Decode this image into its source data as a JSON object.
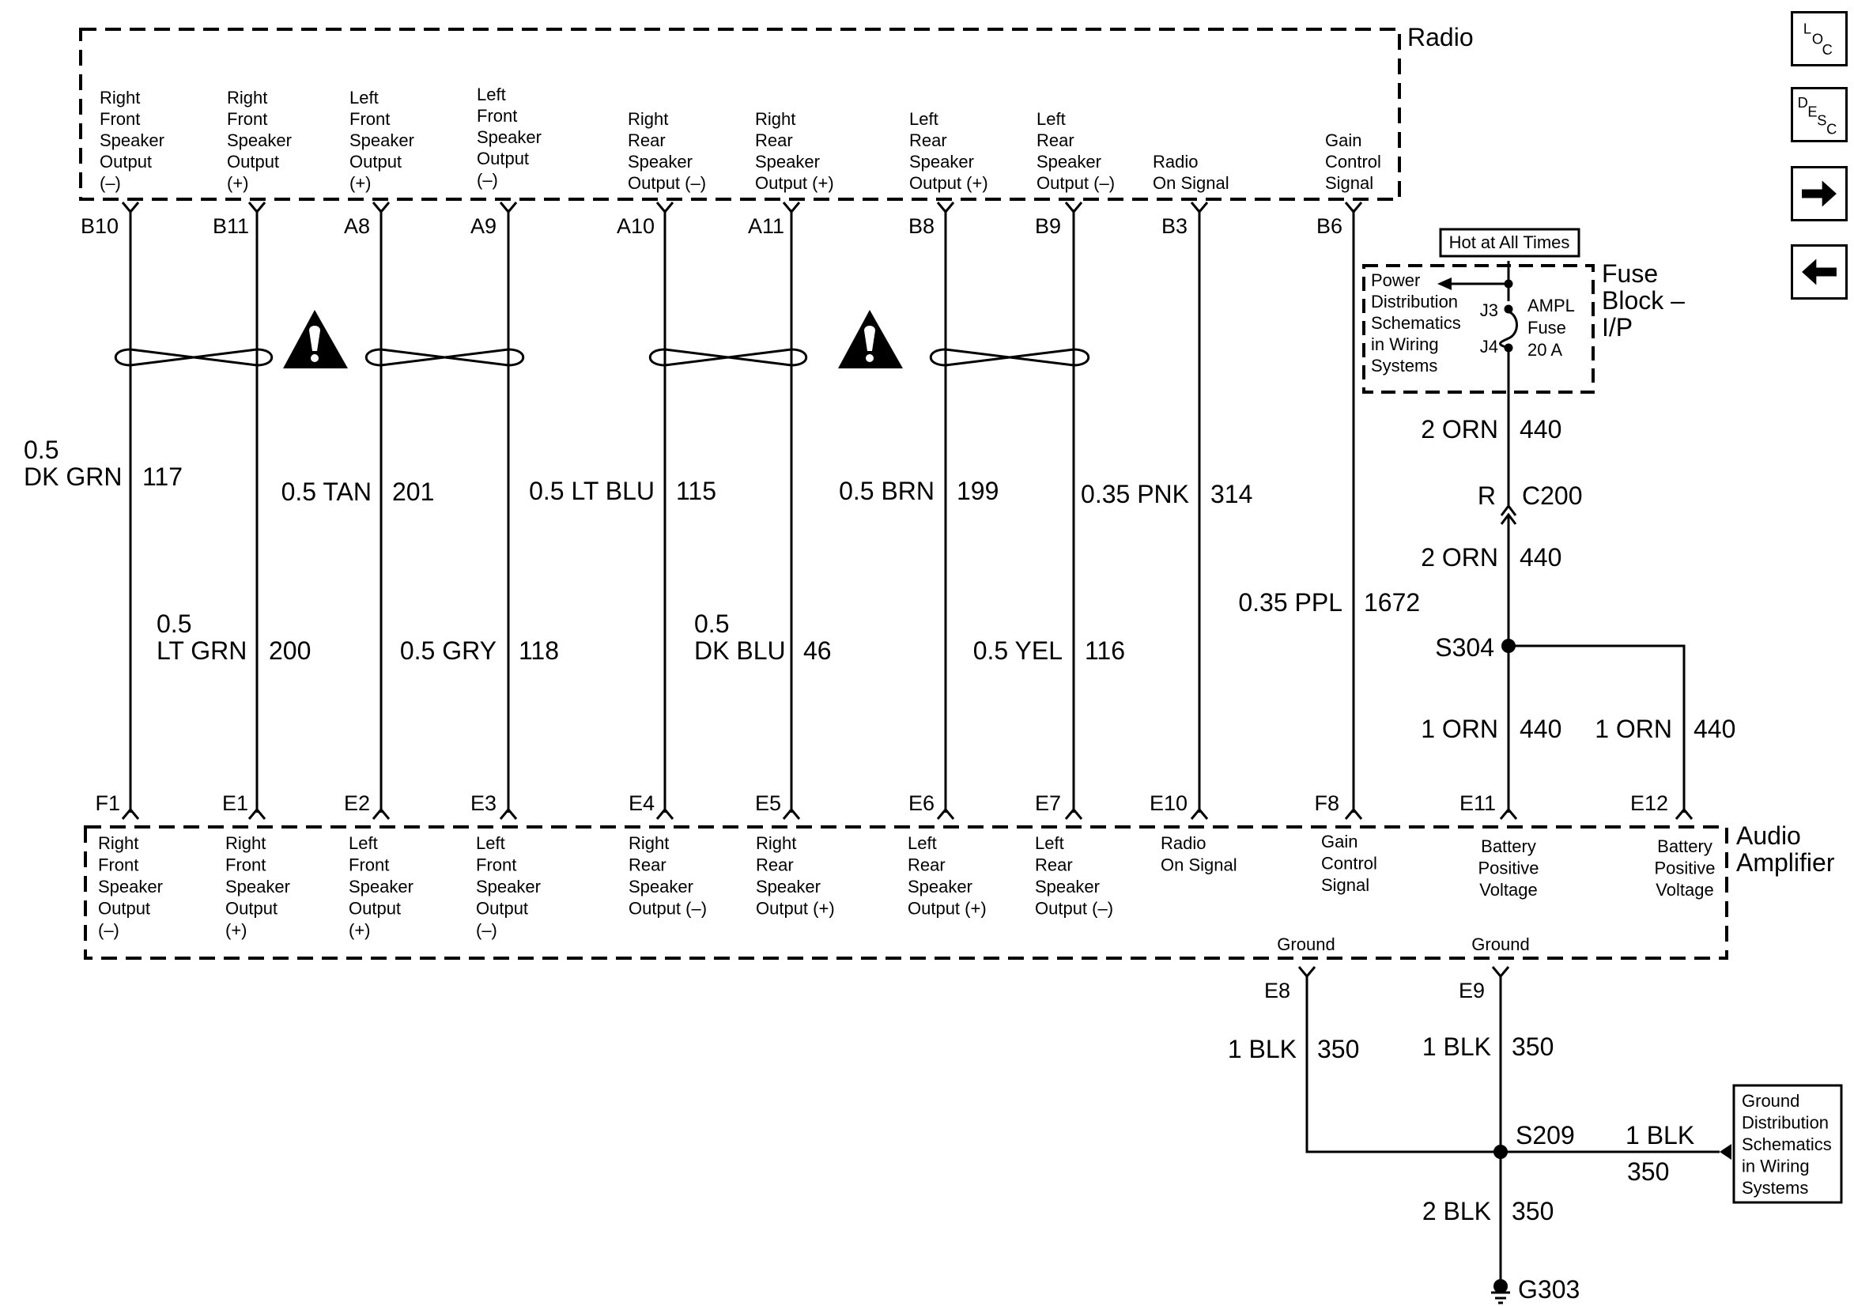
{
  "diagram": {
    "radio": {
      "title": "Radio",
      "pins": [
        {
          "pin": "B10",
          "label": [
            "Right",
            "Front",
            "Speaker",
            "Output",
            "(–)"
          ]
        },
        {
          "pin": "B11",
          "label": [
            "Right",
            "Front",
            "Speaker",
            "Output",
            "(+)"
          ]
        },
        {
          "pin": "A8",
          "label": [
            "Left",
            "Front",
            "Speaker",
            "Output",
            "(+)"
          ]
        },
        {
          "pin": "A9",
          "label": [
            "Left",
            "Front",
            "Speaker",
            "Output",
            "(–)"
          ]
        },
        {
          "pin": "A10",
          "label": [
            "Right",
            "Rear",
            "Speaker",
            "Output (–)"
          ]
        },
        {
          "pin": "A11",
          "label": [
            "Right",
            "Rear",
            "Speaker",
            "Output (+)"
          ]
        },
        {
          "pin": "B8",
          "label": [
            "Left",
            "Rear",
            "Speaker",
            "Output (+)"
          ]
        },
        {
          "pin": "B9",
          "label": [
            "Left",
            "Rear",
            "Speaker",
            "Output (–)"
          ]
        },
        {
          "pin": "B3",
          "label": [
            "Radio",
            "On Signal"
          ]
        },
        {
          "pin": "B6",
          "label": [
            "Gain",
            "Control",
            "Signal"
          ]
        }
      ]
    },
    "amplifier": {
      "title_line1": "Audio",
      "title_line2": "Amplifier",
      "pins": [
        {
          "pin": "F1",
          "label": [
            "Right",
            "Front",
            "Speaker",
            "Output",
            "(–)"
          ]
        },
        {
          "pin": "E1",
          "label": [
            "Right",
            "Front",
            "Speaker",
            "Output",
            "(+)"
          ]
        },
        {
          "pin": "E2",
          "label": [
            "Left",
            "Front",
            "Speaker",
            "Output",
            "(+)"
          ]
        },
        {
          "pin": "E3",
          "label": [
            "Left",
            "Front",
            "Speaker",
            "Output",
            "(–)"
          ]
        },
        {
          "pin": "E4",
          "label": [
            "Right",
            "Rear",
            "Speaker",
            "Output (–)"
          ]
        },
        {
          "pin": "E5",
          "label": [
            "Right",
            "Rear",
            "Speaker",
            "Output (+)"
          ]
        },
        {
          "pin": "E6",
          "label": [
            "Left",
            "Rear",
            "Speaker",
            "Output (+)"
          ]
        },
        {
          "pin": "E7",
          "label": [
            "Left",
            "Rear",
            "Speaker",
            "Output (–)"
          ]
        },
        {
          "pin": "E10",
          "label": [
            "Radio",
            "On Signal"
          ]
        },
        {
          "pin": "F8",
          "label": [
            "Gain",
            "Control",
            "Signal"
          ]
        },
        {
          "pin": "E11",
          "label": [
            "Battery",
            "Positive",
            "Voltage"
          ]
        },
        {
          "pin": "E12",
          "label": [
            "Battery",
            "Positive",
            "Voltage"
          ]
        }
      ],
      "ground_pins": [
        {
          "pin": "E8",
          "label": "Ground"
        },
        {
          "pin": "E9",
          "label": "Ground"
        }
      ]
    },
    "wires": [
      {
        "size": "0.5",
        "color": "DK GRN",
        "circuit": "117"
      },
      {
        "size": "0.5",
        "color": "LT GRN",
        "circuit": "200"
      },
      {
        "size": "0.5",
        "color": "TAN",
        "circuit": "201"
      },
      {
        "size": "0.5",
        "color": "GRY",
        "circuit": "118"
      },
      {
        "size": "0.5",
        "color": "LT BLU",
        "circuit": "115"
      },
      {
        "size": "0.5",
        "color": "DK BLU",
        "circuit": "46"
      },
      {
        "size": "0.5",
        "color": "BRN",
        "circuit": "199"
      },
      {
        "size": "0.5",
        "color": "YEL",
        "circuit": "116"
      },
      {
        "size": "0.35",
        "color": "PNK",
        "circuit": "314"
      },
      {
        "size": "0.35",
        "color": "PPL",
        "circuit": "1672"
      }
    ],
    "power": {
      "hot_label": "Hot at All Times",
      "fuse_block_lines": [
        "Fuse",
        "Block –",
        "I/P"
      ],
      "ref_lines": [
        "Power",
        "Distribution",
        "Schematics",
        "in Wiring",
        "Systems"
      ],
      "terminal_top": "J3",
      "terminal_bottom": "J4",
      "fuse_lines": [
        "AMPL",
        "Fuse",
        "20 A"
      ],
      "wire_a": {
        "spec": "2 ORN",
        "circuit": "440"
      },
      "connector_pin": "R",
      "connector": "C200",
      "wire_b": {
        "spec": "2 ORN",
        "circuit": "440"
      },
      "splice": "S304",
      "wire_c": {
        "spec": "1 ORN",
        "circuit": "440"
      },
      "wire_d": {
        "spec": "1 ORN",
        "circuit": "440"
      }
    },
    "ground": {
      "wire_e8": {
        "spec": "1 BLK",
        "circuit": "350"
      },
      "wire_e9": {
        "spec": "1 BLK",
        "circuit": "350"
      },
      "splice": "S209",
      "wire_ref": {
        "spec": "1 BLK",
        "circuit": "350"
      },
      "ref_lines": [
        "Ground",
        "Distribution",
        "Schematics",
        "in Wiring",
        "Systems"
      ],
      "wire_main": {
        "spec": "2 BLK",
        "circuit": "350"
      },
      "ground_point": "G303"
    },
    "nav": {
      "loc_letters": [
        "L",
        "O",
        "C"
      ],
      "desc_letters": [
        "D",
        "E",
        "S",
        "C"
      ]
    }
  }
}
